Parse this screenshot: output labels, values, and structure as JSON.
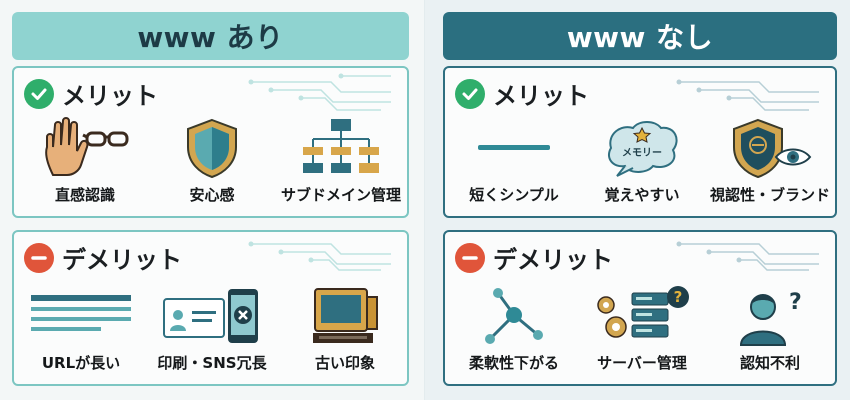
{
  "columns": {
    "with": {
      "header": "www あり",
      "merit": {
        "title": "メリット",
        "items": [
          {
            "label": "直感認識",
            "icon": "hand-glasses-icon"
          },
          {
            "label": "安心感",
            "icon": "shield-icon"
          },
          {
            "label": "サブドメイン管理",
            "icon": "hierarchy-icon"
          }
        ]
      },
      "demerit": {
        "title": "デメリット",
        "items": [
          {
            "label": "URLが長い",
            "icon": "long-lines-icon"
          },
          {
            "label": "印刷・SNS冗長",
            "icon": "card-phone-icon"
          },
          {
            "label": "古い印象",
            "icon": "old-computer-icon"
          }
        ]
      }
    },
    "without": {
      "header": "www なし",
      "merit": {
        "title": "メリット",
        "items": [
          {
            "label": "短くシンプル",
            "icon": "short-line-icon"
          },
          {
            "label": "覚えやすい",
            "icon": "memory-bubble-icon",
            "bubble_text": "メモリー"
          },
          {
            "label": "視認性・ブランド",
            "icon": "brand-shield-eye-icon"
          }
        ]
      },
      "demerit": {
        "title": "デメリット",
        "items": [
          {
            "label": "柔軟性下がる",
            "icon": "network-node-icon"
          },
          {
            "label": "サーバー管理",
            "icon": "server-gear-icon"
          },
          {
            "label": "認知不利",
            "icon": "confused-person-icon"
          }
        ]
      }
    }
  },
  "colors": {
    "teal_light": "#8fd3d0",
    "teal_dark": "#2b6f80",
    "merit_green": "#2fae6b",
    "demerit_red": "#e0553a"
  }
}
